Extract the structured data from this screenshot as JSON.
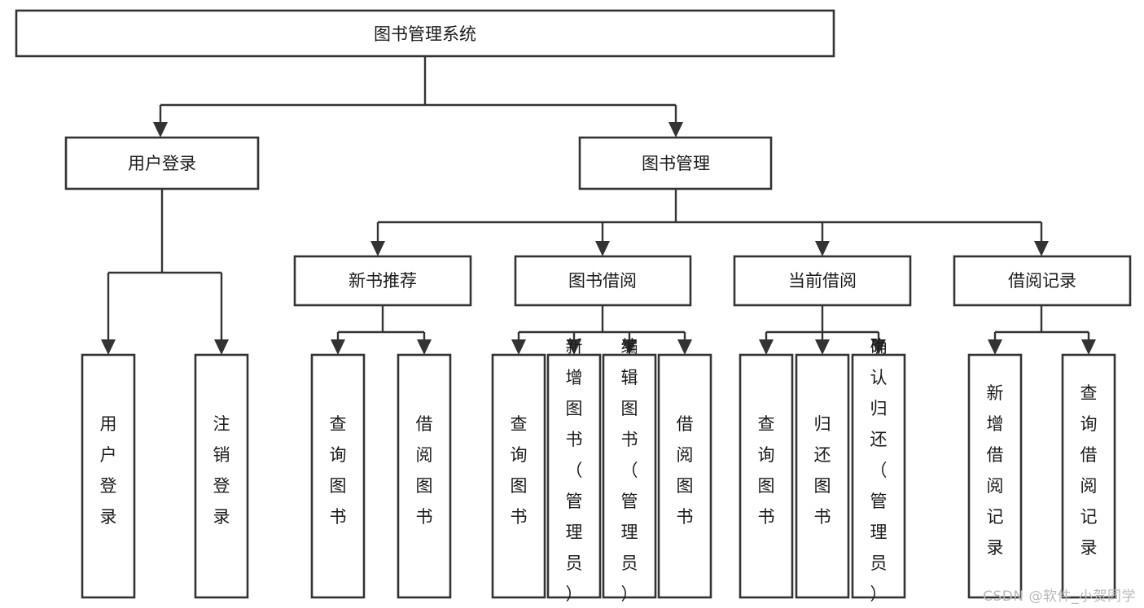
{
  "diagram": {
    "title": "图书管理系统",
    "type": "tree-hierarchy",
    "watermark": "CSDN @软件_小贺同学",
    "colors": {
      "background": "#ffffff",
      "stroke": "#333333",
      "text": "#1a1a1a",
      "watermark": "#b9b9b9"
    },
    "nodes": {
      "root": {
        "label": "图书管理系统",
        "orientation": "horizontal"
      },
      "level2": [
        {
          "id": "user-login",
          "label": "用户登录",
          "orientation": "horizontal"
        },
        {
          "id": "book-management",
          "label": "图书管理",
          "orientation": "horizontal"
        }
      ],
      "level3": [
        {
          "id": "new-book-recommend",
          "label": "新书推荐",
          "orientation": "horizontal"
        },
        {
          "id": "book-borrow",
          "label": "图书借阅",
          "orientation": "horizontal"
        },
        {
          "id": "current-borrow",
          "label": "当前借阅",
          "orientation": "horizontal"
        },
        {
          "id": "borrow-record",
          "label": "借阅记录",
          "orientation": "horizontal"
        }
      ],
      "leaves": [
        {
          "id": "leaf-user-login",
          "label": "用户登录",
          "parent": "user-login",
          "orientation": "vertical"
        },
        {
          "id": "leaf-user-logout",
          "label": "注销登录",
          "parent": "user-login",
          "orientation": "vertical"
        },
        {
          "id": "leaf-query-book-1",
          "label": "查询图书",
          "parent": "new-book-recommend",
          "orientation": "vertical"
        },
        {
          "id": "leaf-borrow-book-1",
          "label": "借阅图书",
          "parent": "new-book-recommend",
          "orientation": "vertical"
        },
        {
          "id": "leaf-query-book-2",
          "label": "查询图书",
          "parent": "book-borrow",
          "orientation": "vertical"
        },
        {
          "id": "leaf-add-book",
          "label": "新增图书（管理员）",
          "parent": "book-borrow",
          "orientation": "vertical"
        },
        {
          "id": "leaf-edit-book",
          "label": "编辑图书（管理员）",
          "parent": "book-borrow",
          "orientation": "vertical"
        },
        {
          "id": "leaf-borrow-book-2",
          "label": "借阅图书",
          "parent": "book-borrow",
          "orientation": "vertical"
        },
        {
          "id": "leaf-query-book-3",
          "label": "查询图书",
          "parent": "current-borrow",
          "orientation": "vertical"
        },
        {
          "id": "leaf-return-book",
          "label": "归还图书",
          "parent": "current-borrow",
          "orientation": "vertical"
        },
        {
          "id": "leaf-confirm-return",
          "label": "确认归还（管理员）",
          "parent": "current-borrow",
          "orientation": "vertical"
        },
        {
          "id": "leaf-add-record",
          "label": "新增借阅记录",
          "parent": "borrow-record",
          "orientation": "vertical"
        },
        {
          "id": "leaf-query-record",
          "label": "查询借阅记录",
          "parent": "borrow-record",
          "orientation": "vertical"
        }
      ]
    }
  }
}
